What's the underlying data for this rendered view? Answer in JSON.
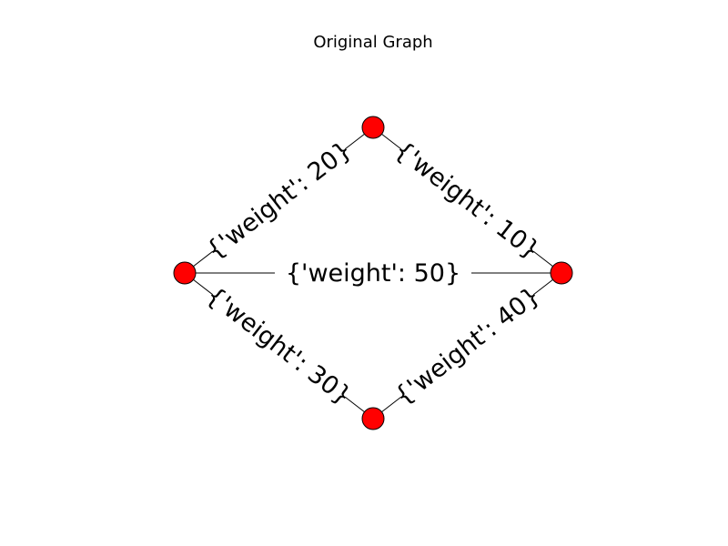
{
  "title": "Original Graph",
  "colors": {
    "node_fill": "#ff0000",
    "node_stroke": "#000000",
    "edge": "#000000",
    "background": "#ffffff"
  },
  "graph": {
    "nodes": [
      "top",
      "left",
      "right",
      "bottom"
    ],
    "edges": [
      {
        "from": "left",
        "to": "top",
        "label": "{'weight': 20}"
      },
      {
        "from": "top",
        "to": "right",
        "label": "{'weight': 10}"
      },
      {
        "from": "left",
        "to": "right",
        "label": "{'weight': 50}"
      },
      {
        "from": "left",
        "to": "bottom",
        "label": "{'weight': 30}"
      },
      {
        "from": "bottom",
        "to": "right",
        "label": "{'weight': 40}"
      }
    ]
  }
}
